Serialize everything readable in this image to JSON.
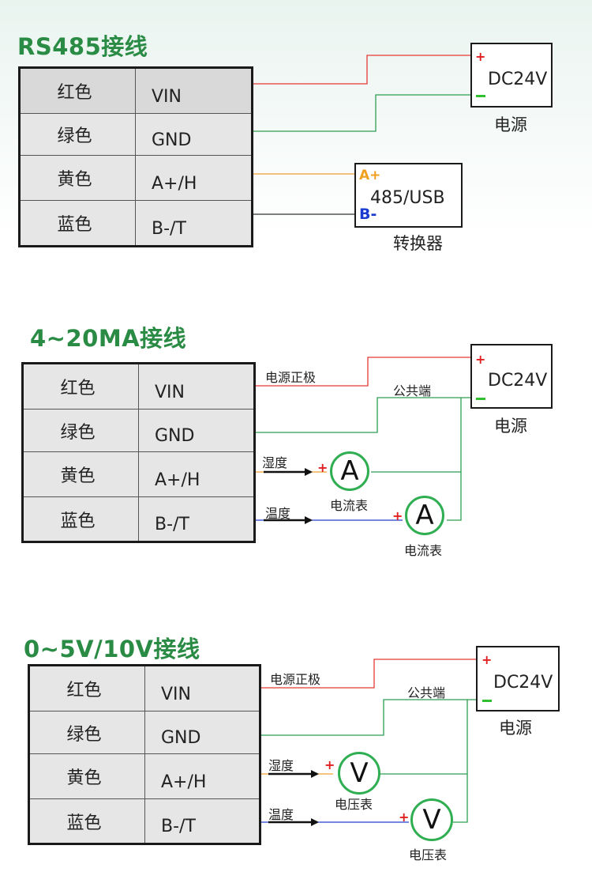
{
  "colors": {
    "red": "#e53935",
    "green": "#2e9e52",
    "orange": "#f0a030",
    "black": "#222222",
    "blue": "#2040d0",
    "title": "#2a8b45"
  },
  "sections": [
    {
      "title": "RS485接线",
      "rows": [
        {
          "color": "红色",
          "signal": "VIN"
        },
        {
          "color": "绿色",
          "signal": "GND"
        },
        {
          "color": "黄色",
          "signal": "A+/H"
        },
        {
          "color": "蓝色",
          "signal": "B-/T"
        }
      ],
      "power": {
        "plus": "+",
        "text": "DC24V",
        "caption": "电源"
      },
      "converter": {
        "a_label": "A+",
        "b_label": "B-",
        "text": "485/USB",
        "caption": "转换器"
      }
    },
    {
      "title": "4~20MA接线",
      "rows": [
        {
          "color": "红色",
          "signal": "VIN"
        },
        {
          "color": "绿色",
          "signal": "GND"
        },
        {
          "color": "黄色",
          "signal": "A+/H"
        },
        {
          "color": "蓝色",
          "signal": "B-/T"
        }
      ],
      "power": {
        "plus": "+",
        "text": "DC24V",
        "caption": "电源"
      },
      "wire_labels": {
        "positive": "电源正极",
        "common": "公共端",
        "humidity": "湿度",
        "temperature": "温度"
      },
      "meters": [
        {
          "plus": "+",
          "symbol": "A",
          "caption": "电流表"
        },
        {
          "plus": "+",
          "symbol": "A",
          "caption": "电流表"
        }
      ]
    },
    {
      "title": "0~5V/10V接线",
      "rows": [
        {
          "color": "红色",
          "signal": "VIN"
        },
        {
          "color": "绿色",
          "signal": "GND"
        },
        {
          "color": "黄色",
          "signal": "A+/H"
        },
        {
          "color": "蓝色",
          "signal": "B-/T"
        }
      ],
      "power": {
        "plus": "+",
        "text": "DC24V",
        "caption": "电源"
      },
      "wire_labels": {
        "positive": "电源正极",
        "common": "公共端",
        "humidity": "湿度",
        "temperature": "温度"
      },
      "meters": [
        {
          "plus": "+",
          "symbol": "V",
          "caption": "电压表"
        },
        {
          "plus": "+",
          "symbol": "V",
          "caption": "电压表"
        }
      ]
    }
  ]
}
